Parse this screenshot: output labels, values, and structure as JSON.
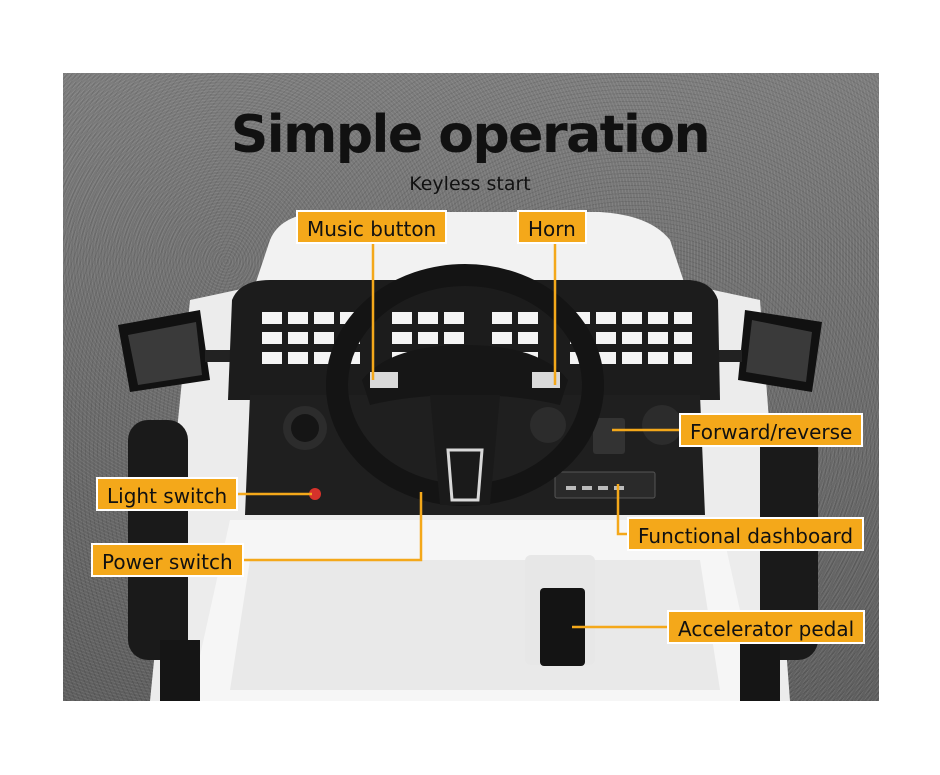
{
  "title": "Simple operation",
  "subtitle": "Keyless start",
  "callouts": {
    "music_button": "Music button",
    "horn": "Horn",
    "forward_reverse": "Forward/reverse",
    "light_switch": "Light switch",
    "functional_dashboard": "Functional dashboard",
    "power_switch": "Power switch",
    "accelerator_pedal": "Accelerator pedal"
  },
  "colors": {
    "callout_fill": "#f4a81a",
    "leader_line": "#f4a81a",
    "title_text": "#111111"
  }
}
